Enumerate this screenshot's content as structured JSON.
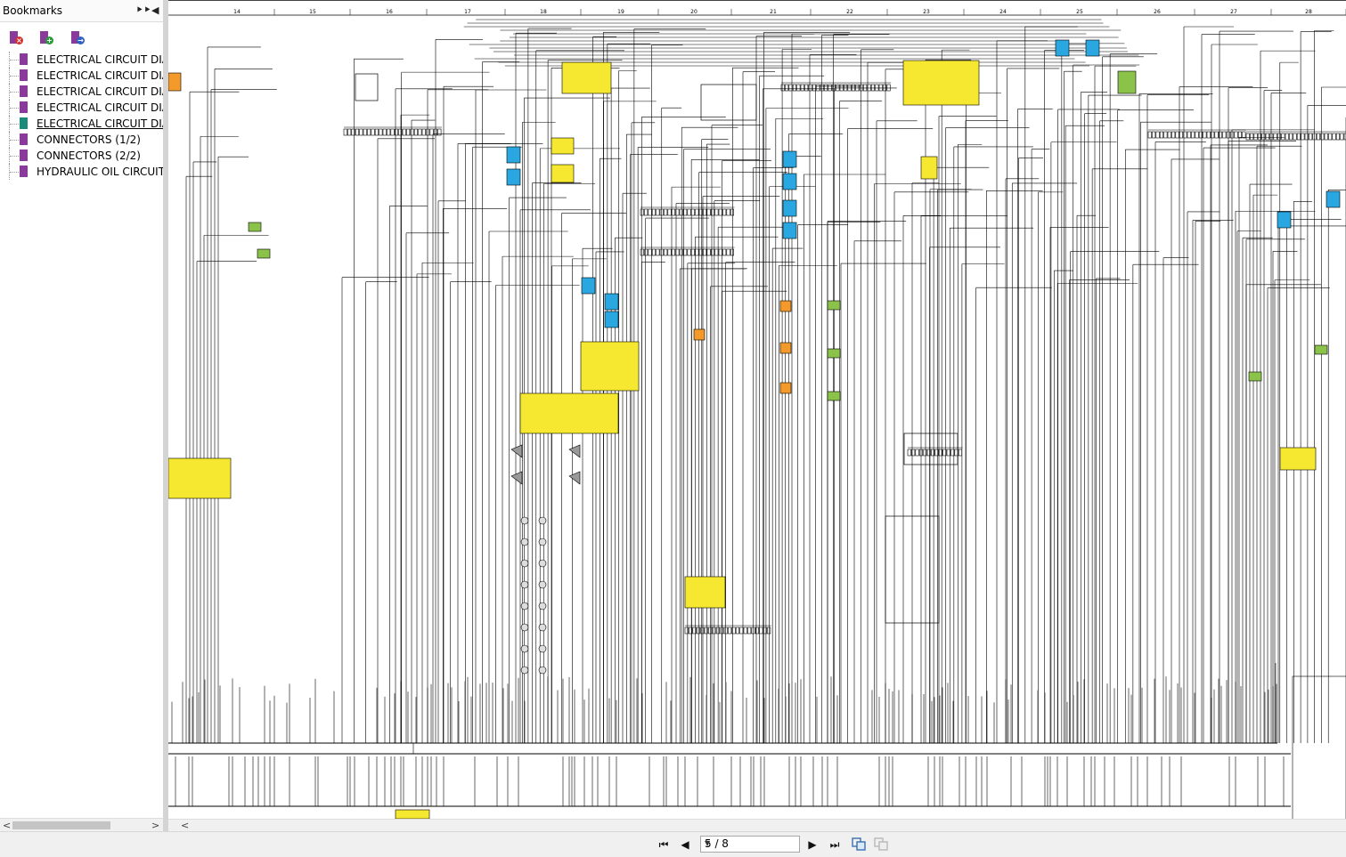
{
  "sidebar": {
    "title": "Bookmarks",
    "controls": {
      "options": "⯈⯈",
      "collapse": "◀"
    },
    "tools": [
      {
        "name": "delete-bookmark",
        "badge": "×",
        "color": "#d03030"
      },
      {
        "name": "add-bookmark",
        "badge": "+",
        "color": "#2a9a3a"
      },
      {
        "name": "expand-bookmark",
        "badge": "→",
        "color": "#3060c0"
      }
    ],
    "items": [
      {
        "label": "ELECTRICAL CIRCUIT DIA",
        "icon": "bookmark-icon",
        "selected": false
      },
      {
        "label": "ELECTRICAL CIRCUIT DIA",
        "icon": "bookmark-icon",
        "selected": false
      },
      {
        "label": "ELECTRICAL CIRCUIT DIA",
        "icon": "bookmark-icon",
        "selected": false
      },
      {
        "label": "ELECTRICAL CIRCUIT DIA",
        "icon": "bookmark-icon",
        "selected": false
      },
      {
        "label": "ELECTRICAL CIRCUIT DIA",
        "icon": "bookmark-icon",
        "selected": true
      },
      {
        "label": "CONNECTORS (1/2)",
        "icon": "bookmark-icon",
        "selected": false
      },
      {
        "label": "CONNECTORS (2/2)",
        "icon": "bookmark-icon",
        "selected": false
      },
      {
        "label": "HYDRAULIC OIL CIRCUIT",
        "icon": "bookmark-icon",
        "selected": false
      }
    ]
  },
  "viewer": {
    "column_numbers": [
      "14",
      "15",
      "16",
      "17",
      "18",
      "19",
      "20",
      "21",
      "22",
      "23",
      "24",
      "25",
      "26",
      "27",
      "28"
    ],
    "diagram": "wiring-schematic",
    "accent_yellow": "#f6e830",
    "accent_blue": "#2aa6e0",
    "accent_orange": "#f39a2a",
    "accent_green": "#8bc34a"
  },
  "navbar": {
    "first": "⏮",
    "prev": "◀",
    "page_display": "5 / 8",
    "next": "▶",
    "last": "⏭"
  }
}
